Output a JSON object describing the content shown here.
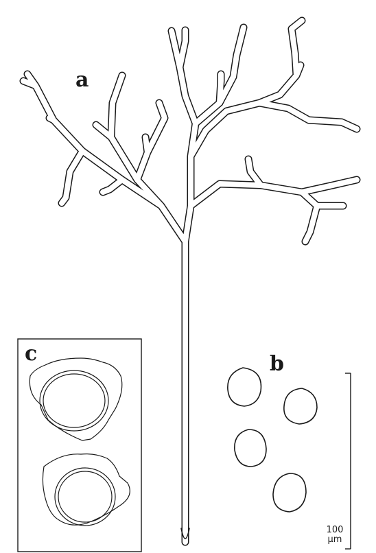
{
  "labels": {
    "a": "a",
    "b": "b",
    "c": "c"
  },
  "scale_bar": {
    "value": "100",
    "unit": "μm"
  },
  "icons": {
    "branching_structure": "capillitium-tree-icon",
    "spores": "spore-icon",
    "spore_sections": "spore-section-icon"
  }
}
